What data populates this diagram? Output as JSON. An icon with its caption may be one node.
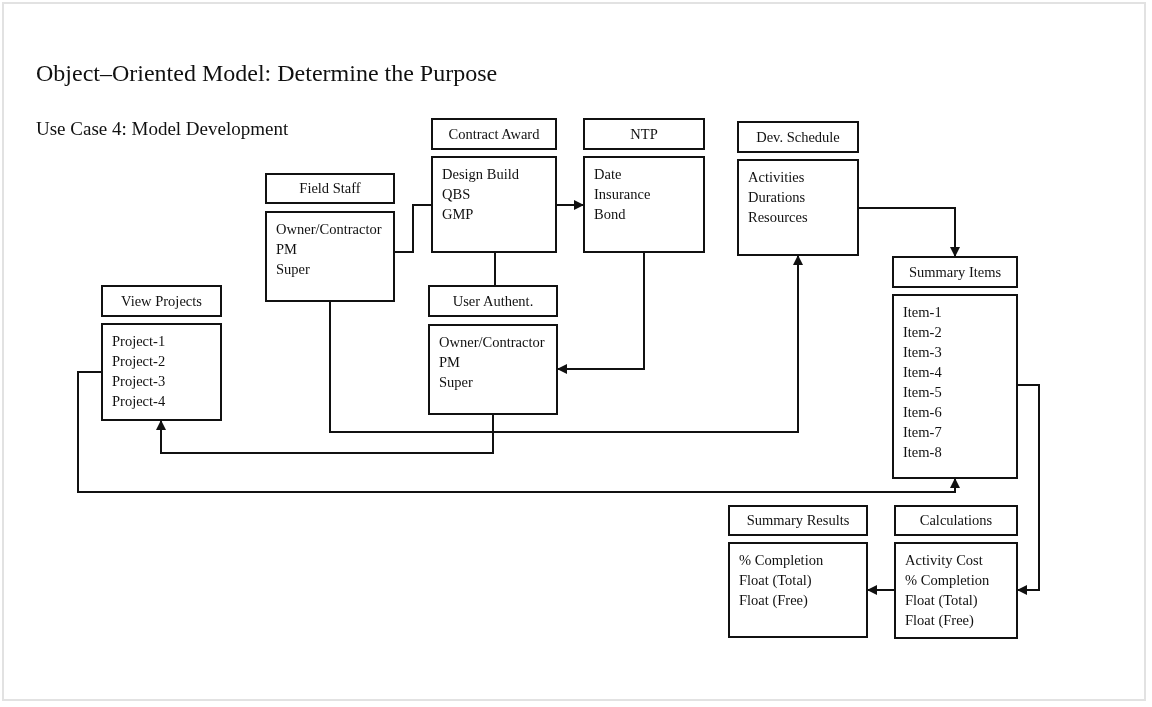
{
  "diagram": {
    "title": "Object–Oriented Model: Determine the Purpose",
    "nodes": [
      {
        "text": [
          "Contract Award"
        ]
      },
      {
        "text": [
          "Design Build",
          "QBS",
          "GMP"
        ]
      },
      {
        "text": [
          "NTP"
        ]
      },
      {
        "text": [
          "Date",
          "Insurance",
          "Bond"
        ]
      },
      {
        "text": [
          "Dev. Schedule"
        ]
      },
      {
        "text": [
          "Activities",
          "Durations",
          "Resources"
        ]
      },
      {
        "text": [
          "Field Staff"
        ]
      },
      {
        "text": [
          "Owner/Contractor",
          "PM",
          "Super"
        ]
      },
      {
        "text": [
          "Summary Items"
        ]
      },
      {
        "text": [
          "Item-1",
          "Item-2",
          "Item-3",
          "Item-4",
          "Item-5",
          "Item-6",
          "Item-7",
          "Item-8"
        ]
      },
      {
        "text": [
          "View Projects"
        ]
      },
      {
        "text": [
          "Project-1",
          "Project-2",
          "Project-3",
          "Project-4"
        ]
      },
      {
        "text": [
          "User Authent."
        ]
      },
      {
        "text": [
          "Owner/Contractor",
          "PM",
          "Super"
        ]
      },
      {
        "text": [
          "Summary Results"
        ]
      },
      {
        "text": [
          "% Completion",
          "Float (Total)",
          "Float (Free)"
        ]
      },
      {
        "text": [
          "Calculations"
        ]
      },
      {
        "text": [
          "Activity Cost",
          "% Completion",
          "Float (Total)",
          "Float (Free)"
        ]
      }
    ],
    "edges": [
      {
        "from": 7,
        "to": 1,
        "arrow": "none"
      },
      {
        "from": 1,
        "to": 3,
        "arrow": "to"
      },
      {
        "from": 1,
        "to": 12,
        "arrow": "none"
      },
      {
        "from": 3,
        "to": 13,
        "arrow": "to"
      },
      {
        "from": 7,
        "to": 5,
        "arrow": "to"
      },
      {
        "from": 13,
        "to": 11,
        "arrow": "to"
      },
      {
        "from": 5,
        "to": 8,
        "arrow": "to"
      },
      {
        "from": 11,
        "to": 9,
        "arrow": "to"
      },
      {
        "from": 9,
        "to": 17,
        "arrow": "to"
      },
      {
        "from": 17,
        "to": 15,
        "arrow": "to"
      }
    ],
    "labels": [
      "Use Case 4: Model Development"
    ]
  }
}
